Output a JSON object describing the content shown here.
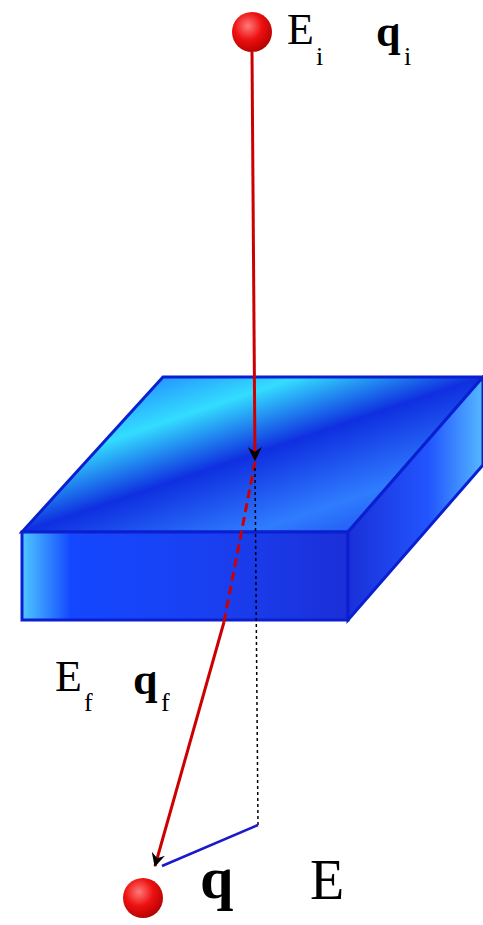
{
  "diagram": {
    "labels": [
      "E",
      "i",
      "q",
      "i",
      "E",
      "f",
      "q",
      "f",
      "q",
      "E"
    ]
  }
}
